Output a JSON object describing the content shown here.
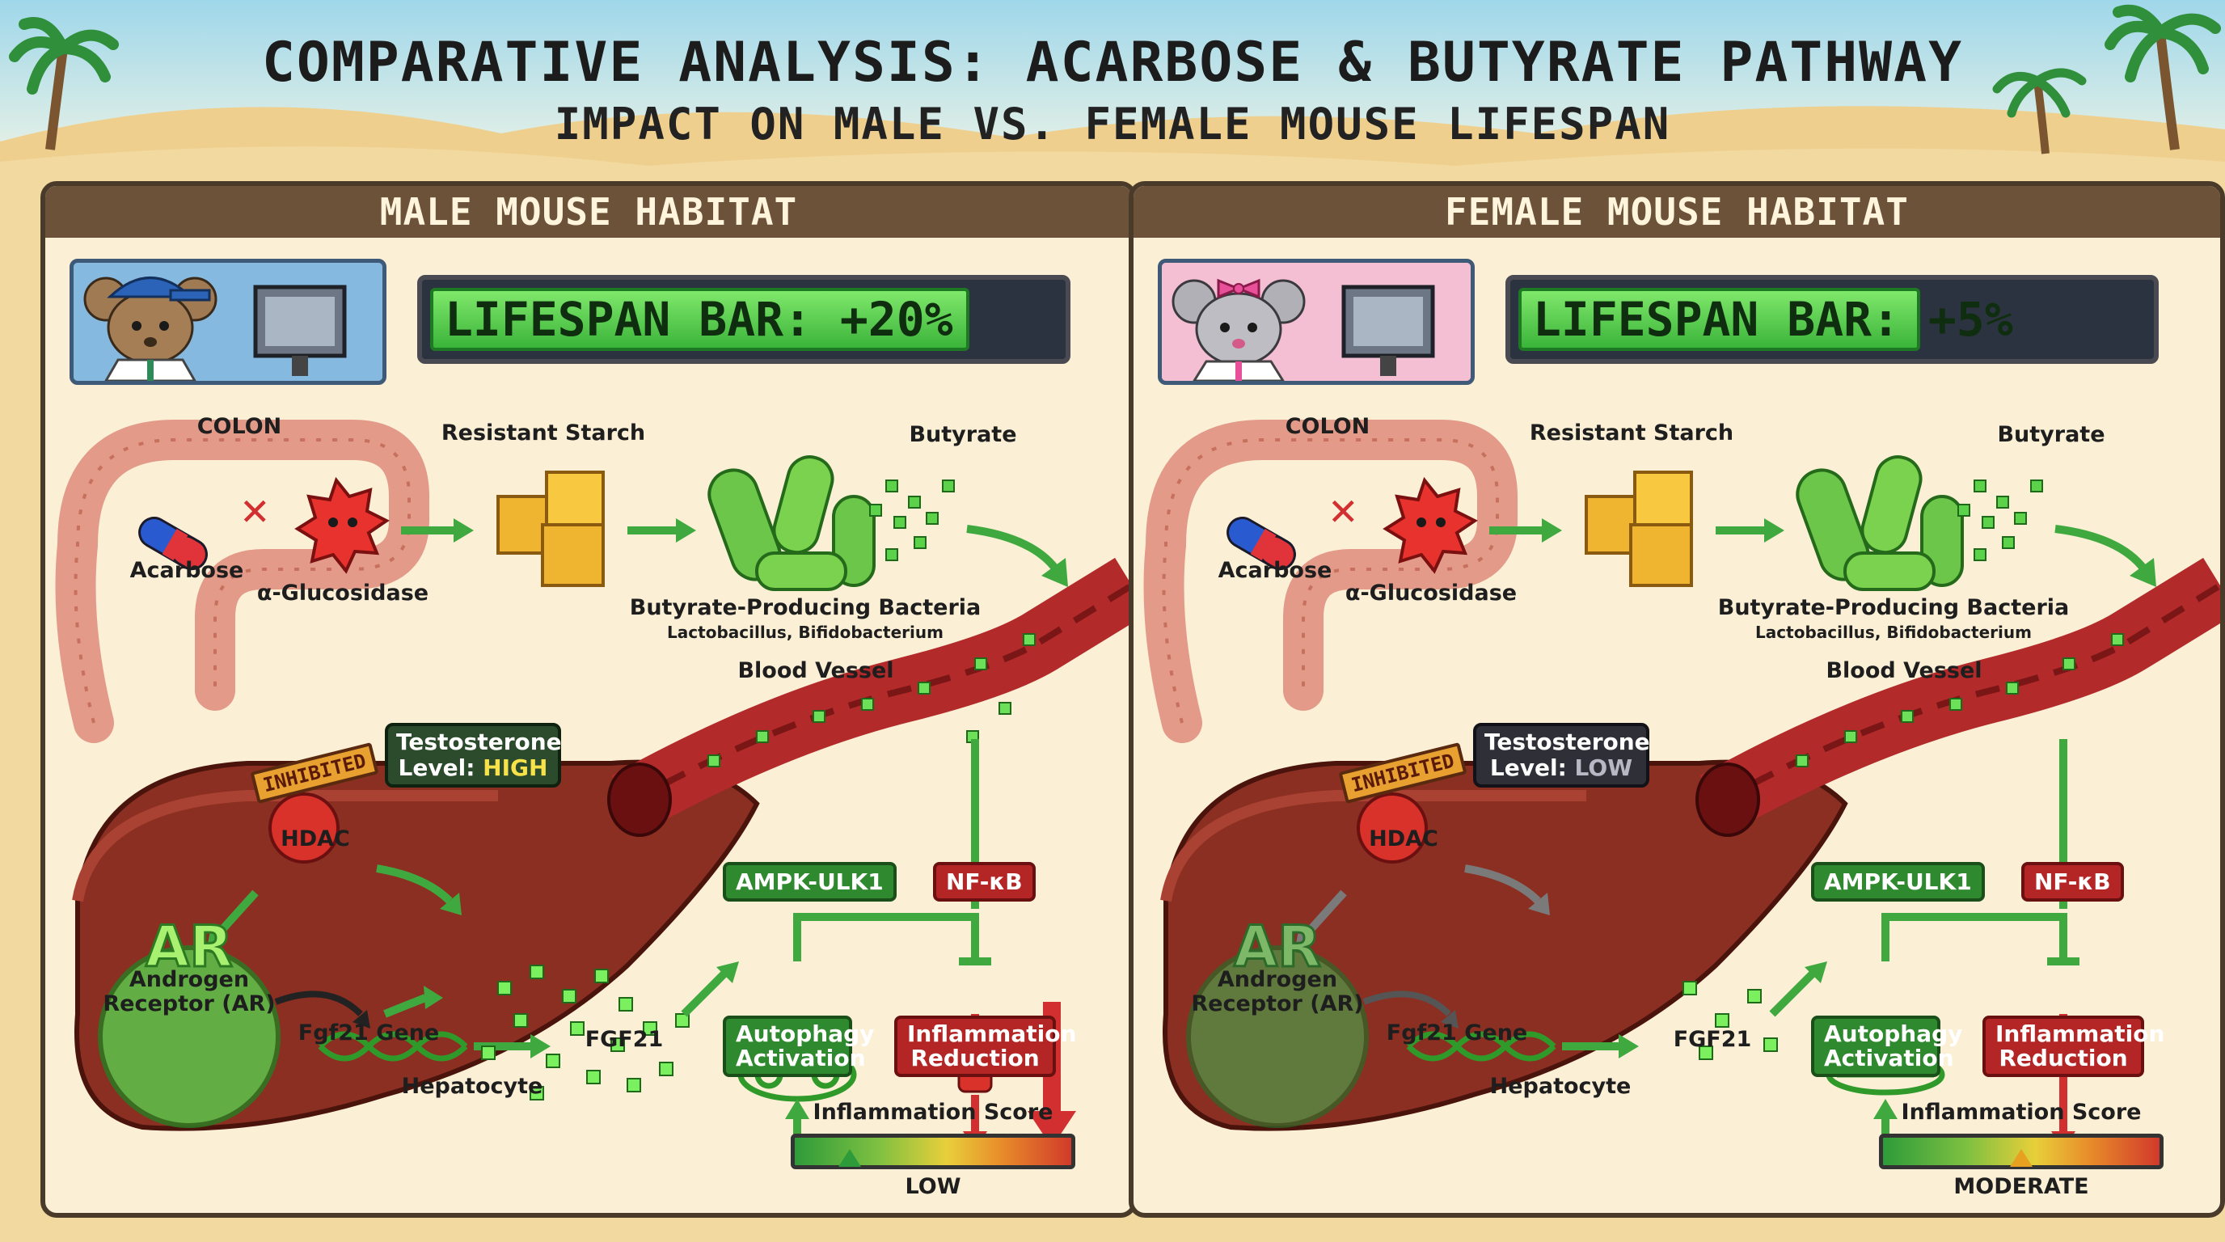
{
  "header": {
    "title": "COMPARATIVE ANALYSIS: ACARBOSE & BUTYRATE PATHWAY",
    "subtitle": "IMPACT ON MALE VS. FEMALE MOUSE LIFESPAN"
  },
  "colors": {
    "male_accent": "#3fa93f",
    "female_accent": "#e86aa8",
    "inhibit_red": "#d23030",
    "panel_frame": "#4a3a2a"
  },
  "male": {
    "habitat_title": "MALE MOUSE HABITAT",
    "lifespan_label": "LIFESPAN BAR: +20%",
    "lifespan_fill": 0.86,
    "colon": "COLON",
    "acarbose": "Acarbose",
    "glucosidase": "α-Glucosidase",
    "starch": "Resistant Starch",
    "butyrate": "Butyrate",
    "bacteria": "Butyrate-Producing Bacteria",
    "bacteria_species": "Lactobacillus, Bifidobacterium",
    "blood_vessel": "Blood Vessel",
    "testosterone_line1": "Testosterone",
    "testosterone_prefix": "Level: ",
    "testosterone_value": "HIGH",
    "inhibited": "INHIBITED",
    "hdac": "HDAC",
    "ar_abbrev": "AR",
    "ar_line1": "Androgen",
    "ar_line2": "Receptor (AR)",
    "gene": "Fgf21 Gene",
    "hepatocyte": "Hepatocyte",
    "fgf21": "FGF21",
    "ampk": "AMPK-ULK1",
    "nfkb": "NF-κB",
    "autophagy_line1": "Autophagy",
    "autophagy_line2": "Activation",
    "inflammation_line1": "Inflammation",
    "inflammation_line2": "Reduction",
    "score_title": "Inflammation Score",
    "score_value": "LOW",
    "score_level": 0.2
  },
  "female": {
    "habitat_title": "FEMALE MOUSE HABITAT",
    "lifespan_label": "LIFESPAN BAR: +5%",
    "lifespan_fill": 0.64,
    "colon": "COLON",
    "acarbose": "Acarbose",
    "glucosidase": "α-Glucosidase",
    "starch": "Resistant Starch",
    "butyrate": "Butyrate",
    "bacteria": "Butyrate-Producing Bacteria",
    "bacteria_species": "Lactobacillus, Bifidobacterium",
    "blood_vessel": "Blood Vessel",
    "testosterone_line1": "Testosterone",
    "testosterone_prefix": "Level: ",
    "testosterone_value": "LOW",
    "inhibited": "INHIBITED",
    "hdac": "HDAC",
    "ar_abbrev": "AR",
    "ar_line1": "Androgen",
    "ar_line2": "Receptor (AR)",
    "gene": "Fgf21 Gene",
    "hepatocyte": "Hepatocyte",
    "fgf21": "FGF21",
    "ampk": "AMPK-ULK1",
    "nfkb": "NF-κB",
    "autophagy_line1": "Autophagy",
    "autophagy_line2": "Activation",
    "inflammation_line1": "Inflammation",
    "inflammation_line2": "Reduction",
    "score_title": "Inflammation Score",
    "score_value": "MODERATE",
    "score_level": 0.5
  }
}
